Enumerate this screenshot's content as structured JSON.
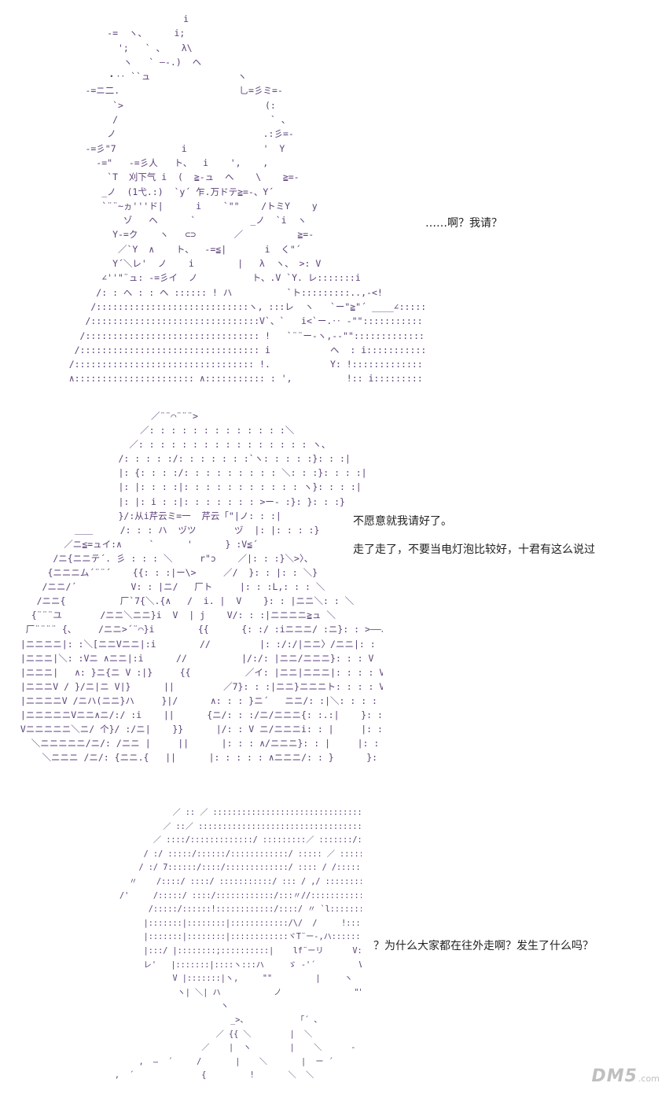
{
  "panels": [
    {
      "id": "panel1",
      "aa_lines": [
        "                         i",
        "           -=  ヽ、     i;",
        "             ';   ` 、   λ\\",
        "              ヽ   ` ―-.)  ヘ",
        "           ・‥ ``ュ                ヽ",
        "       -=ニ二.                      乚=彡ミ=-",
        "            `>                          (:",
        "            /                            ` 、",
        "           ノ                           .:彡=-",
        "       -=彡\"7            i              '  Y",
        "         -=\"   -=彡人   ト、  i    ',    ,",
        "           `T  刈下气 i  (  ≧-ュ  ヘ    \\    ≧=-",
        "          _ノ  (1弋.:)  `y´ 乍.万ドテ≧=-、Y´",
        "          `¨¨~ヵ'''ド|      i    `\"\"    /トミY    y",
        "              ゾ   ヘ      `          _ノ  `i  ヽ",
        "            Y-=ク    ヽ   ⊂⊃       ／          ≧=-",
        "             ／`Y  ∧    ト、  -=≦|       i  く\"´",
        "            Y´＼レ'  ノ    i        |   λ  ヽ、 >: V",
        "          ∠''\"¨ュ: -=彡イ  ノ          ト、.V `Y. レ:::::::i",
        "         /: : へ : : ヘ :::::: ! ハ          `ト:::::::::..,-<!",
        "        /::::::::::::::::::::::::::::ヽ, :::レ  ヽ   `ー\"≧\"´ ____∠::::::: ` >、",
        "       /:::::::::::::::::::::::::::::::V`、`   i<`ー.‥ -\"\"::::::::::::::::::: ` ::::::: i",
        "      /:::::::::::::::::::::::::::::::: !   `¨¨ー-ヽ,-‐\"\":::::::::::::::::::::: :/:::::::::::: i",
        "     /::::::::::::::::::::::::::::::::: i           ヘ  : i:::::::::::::::::::::::::::: : i",
        "    /::::::::::::::::::::::::::::::::: !.           Y: !:::::::::::::::::: : !::::::::::::::::::   `Y",
        "    ∧:::::::::::::::::::::: ∧::::::::::: : ',          !:: i:::::::::::::::::::::::i::::::::::::::::::::: ヽ"
      ]
    },
    {
      "id": "panel2",
      "aa_lines": [
        "                          ／¨¨⌒¨¨¨>",
        "                        ／: : : : : : : : : : : : :＼",
        "                      ／: : : : : : : : : : : : : : : : ヽ、",
        "                    /: : : : :/: : : : : : :`ヽ: : : : :}: : :|",
        "                    |: {: : : :/: : : : : : : : : ＼: : :}: : : :|",
        "                    |: |: : : :|: : : : : : : : : : : ヽ}: : : :|",
        "                    |: |: i : :|: : : : : : : >ー- :}: }: : :}",
        "                    }/:从i芹云ミ=一  芹云「\"|ノ: : :|",
        "            ＿＿     /: : : ハ  ヅツ       ヅ  |: |: : : :}",
        "          ／ニ≦=ュイ:∧     `      '      } :V≦´",
        "        /ニ{ニニテ´. 彡 : : : ＼     r\"ɔ    ／|: : :}＼>〉、",
        "       {ニニニム´¨¨´    {{: : :|ー\\>     ／/  }: : |: : ＼}",
        "      /ニニ/´          V: : |ニ/   厂ト     |: : :L,: : : ＼",
        "     /ニニ{          厂`7{＼.{∧   /  i. |  V    }: : |ニニ＼: : ＼",
        "    {¨¨¨ユ       /ニニ＼ニニ}i  V  | j    V/: : :|ニニニニ≧ュ ＼",
        "   厂¨¨¨¨ {、    /ニニ>´¨⌒}i        {{      {: :/ :iニニニ/ :ニ}: : >――、",
        "  |ニニニニ|: :＼[ニニVニニ|:i        //         |: :/:/|ニニ〉/ニニ|: : :＼____ : ＼",
        "  |ニニニ|＼: :Vニ ∧ニニ|:i      //          |/:/: |ニニ/ニニニ}: : : V       ヽ: :Y",
        "  |ニニニ|   ∧: }ニ{ニ V :|}     {{          ／イ: |ニニ|ニニニ|: : : : V        }: }",
        "  |ニニニV / }/ニ|ニ V|}      ||         ／7}: : :|ニニ}ニニニト: : : : V    /: /",
        "  |ニニニニV /ニハ(ニニ}ハ     }|/      ∧: : : }ニ´   ニニ/: :|＼: : : : V : /",
        "  |ニニニニニVニニ∧ニ/:/ :i    ||      {ニ/: : :/ニ/ニニニ{: :.:|    }: : : }/",
        "  Vニニニニニ＼ニ/ 个}/ :/ニ|    }}      |/: : V ニ/ニニニi: : |     |: : : |",
        "    ＼ニニニニニ/ニ/: /ニニ |     ||      |: : : ∧/ニニニ}: : |     |: : : |",
        "      ＼ニニニ /ニ/: {ニニ.{   ||      |: : : : : ∧ニニニ/: : }      }: : : |"
      ]
    },
    {
      "id": "panel3",
      "aa_lines": [
        "                          ／ :: ／ ::::::::::::::::::::::::::::::::::::::/ ::::::V:::ヽ:::::::::::::::.",
        "                        ／ ::／ ::::::::::::::::::::::::::::::::::::::::/::::::::::::::::::::V ヽ ::::::::::::",
        "                      ／ ::::/:::::::::::::/ :::::::::／ :::::::/::::::::::::ヘ ::::::::ヽ: ヽ :::::::::",
        "                    / :/ :::::/::::::/::::::::::::/ ::::: ／ :::::::/:::::::::::::/::::::::::::::ヽ:::::::::::::::::",
        "                   / :/ 7::::::/::::/:::::::::::::/ :::: / /:::::::: 八::::ヽ ::::::::::::::::::::::",
        "                 〃    /::::/ ::::/ :::::::::::/ ::: / ,/ :::::::: !::l ::::::ヽ ::::::::::::::::::::ヽ::::",
        "               /'     /:::::/ ::::/::::::::::::/:::〃//:::::::::::::::!:::i::::::::::::: ;:::::::::::::::::::::::/",
        "                     /:::::/::::::!::::::::::::/::::/ 〃 `l:::::::::::::::::|:::|::::::::::::;::::::::::::::::::::::|:::::",
        "                    |:::::::|::::::::|::::::::::::/\\/  /     !::::!::::::::八:::|,  ::::::::!::::::::::::::::::|:::::",
        "                    |:::::::|::::::::|::::::::::::ヾT¨ー-,ハ:::::::l  ヽ| ヽ :::::::::::::::::::::|:::::",
        "                    |:::/ |::::::::;::::::::::|    lf¨ーリ      V::::|     ィ‐ヽ|‐ヽ  ::::: |:::::::",
        "                    レ'   |:::::::|::::ヽ:::ハ     ゞ ‐'´         V:l      {ィ,_ハ} ∧::::::::|::::/",
        "                          V |:::::::|ヽ,     \"\"         |     ヽ       ゝ_ソ      ';::::/:イ",
        "                           ヽ| ＼| ハ           ノ               \"\"           V:::/ レ",
        "                                    ヽ                                          }:/ノ",
        "                                      _>、          「´ 、                   ,ィーリ",
        "                                   ／ {{ ＼        |  ＼            ,  ´   ／",
        "                                ／    |  ヽ        |    ＼      ‐    ／ ,/",
        "                   ,  ―  ´     /       |    ＼       |  ー ´          /|",
        "              ,  ´              {         !       ＼  ＼               /| ト、"
      ]
    }
  ],
  "dialogue": {
    "line1": "……啊？我请？",
    "line2": "不愿意就我请好了。",
    "line3": "走了走了，不要当电灯泡比较好，十君有这么说过",
    "line4": "？为什么大家都在往外走啊？发生了什么吗？"
  },
  "watermark": {
    "mark": "DM5",
    "suffix": ".com"
  },
  "colors": {
    "art": "#5a3f78",
    "text": "#222222",
    "watermark": "#bfbfbf",
    "background": "#ffffff"
  }
}
